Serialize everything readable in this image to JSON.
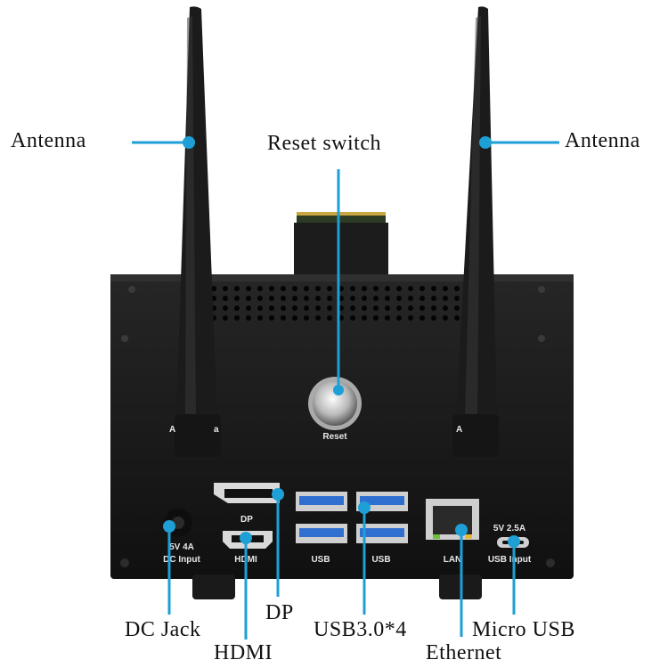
{
  "callouts": {
    "antenna_left": "Antenna",
    "reset_switch": "Reset switch",
    "antenna_right": "Antenna",
    "dc_jack": "DC Jack",
    "hdmi": "HDMI",
    "dp": "DP",
    "usb30": "USB3.0*4",
    "ethernet": "Ethernet",
    "micro_usb": "Micro USB"
  },
  "panel": {
    "reset": "Reset",
    "dc_rating": "5V 4A",
    "dc_input": "DC Input",
    "dp": "DP",
    "hdmi": "HDMI",
    "usb_a": "USB",
    "usb_b": "USB",
    "lan": "LAN",
    "micro_rating": "5V 2.5A",
    "usb_input": "USB Input"
  },
  "colors": {
    "callout_line": "#1e9fd6",
    "case": "#151515",
    "usb3_blue": "#2f6fd0"
  }
}
